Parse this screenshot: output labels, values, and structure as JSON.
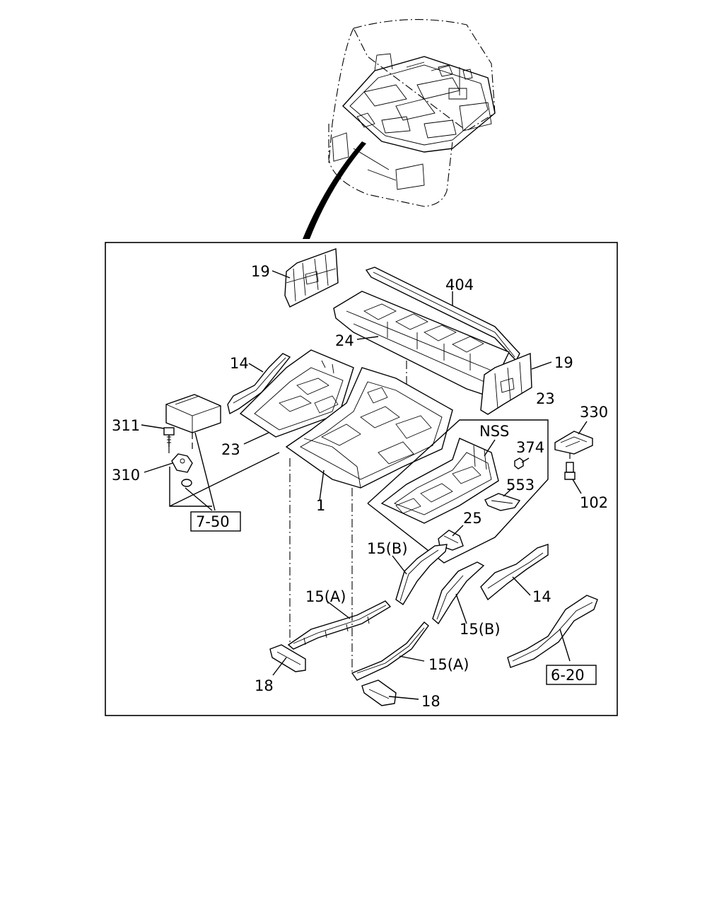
{
  "callouts": {
    "c19a": "19",
    "c404": "404",
    "c24": "24",
    "c19b": "19",
    "c14a": "14",
    "c23a": "23",
    "c23b": "23",
    "c311": "311",
    "c310": "310",
    "c330": "330",
    "cNSS": "NSS",
    "c374": "374",
    "c553": "553",
    "c102": "102",
    "c1": "1",
    "c25": "25",
    "c15Ba": "15(B)",
    "c14b": "14",
    "c15Aa": "15(A)",
    "c15Bb": "15(B)",
    "c15Ab": "15(A)",
    "c18a": "18",
    "c18b": "18"
  },
  "references": {
    "r750": "7-50",
    "r620": "6-20"
  }
}
